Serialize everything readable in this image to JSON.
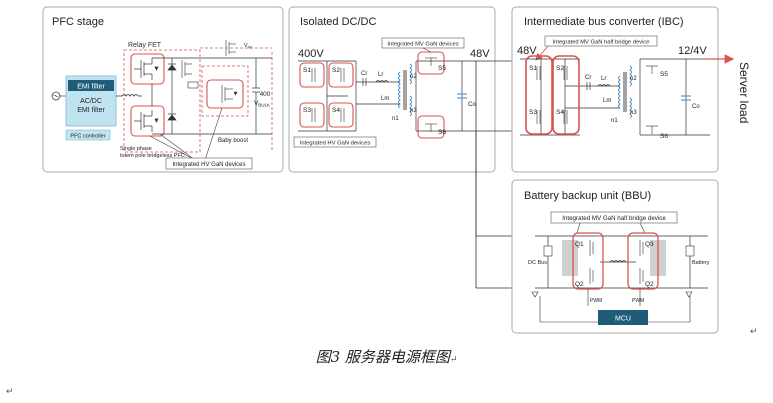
{
  "pfc": {
    "title": "PFC stage",
    "relay_fet": "Relay FET",
    "emi": "EMI filter",
    "acdc1": "AC/DC",
    "acdc2": "EMI filter",
    "pfc_controller": "PFC controller",
    "single_phase1": "Single phase",
    "single_phase2": "totem pole bridgeless PFC",
    "baby_boost": "Baby boost",
    "integrated_hv": "Integrated HV GaN devices",
    "vout_num": "400",
    "vout_label": "V",
    "vout_sub": "BULK",
    "vin_label": "V",
    "vin_sub": "IN"
  },
  "dcdc": {
    "title": "Isolated DC/DC",
    "vin": "400V",
    "vout": "48V",
    "integrated_mv": "Integrated MV GaN devices",
    "integrated_hv": "Integrated HV GaN devices",
    "switches": [
      "S1",
      "S2",
      "S3",
      "S4",
      "S5",
      "S6"
    ],
    "cr": "Cr",
    "lr": "Lr",
    "lm": "Lm",
    "n1": "n1",
    "n2": "n2",
    "n3": "n3",
    "co": "Co"
  },
  "ibc": {
    "title": "Intermediate bus converter (IBC)",
    "vin": "48V",
    "vout": "12/4V",
    "integrated_mv": "Integrated MV GaN half bridge device",
    "switches": [
      "S1",
      "S2",
      "S3",
      "S4",
      "S5",
      "S6"
    ],
    "cr": "Cr",
    "lr": "Lr",
    "lm": "Lm",
    "n1": "n1",
    "n2": "n2",
    "n3": "n3",
    "co": "Co"
  },
  "bbu": {
    "title": "Battery backup unit (BBU)",
    "integrated_mv": "Integrated MV GaN half bridge device",
    "q1": "Q1",
    "q2": "Q2",
    "q3": "Q3",
    "q2b": "Q2",
    "dc_bus": "DC Bus",
    "battery": "Battery",
    "pwm1": "PWM",
    "pwm2": "PWM",
    "mcu": "MCU"
  },
  "load": {
    "label": "Server load"
  },
  "caption": {
    "text": "图3 服务器电源框图",
    "return_mark": "↵"
  },
  "para_marks": [
    "↵",
    "↵"
  ],
  "colors": {
    "panel_border": "#a8a8a8",
    "highlight": "#d9534f",
    "emi_box": "#bfe4ef",
    "mcu_box": "#1f5c7a",
    "transformer": "#3a86c8",
    "arrow": "#d9534f"
  }
}
